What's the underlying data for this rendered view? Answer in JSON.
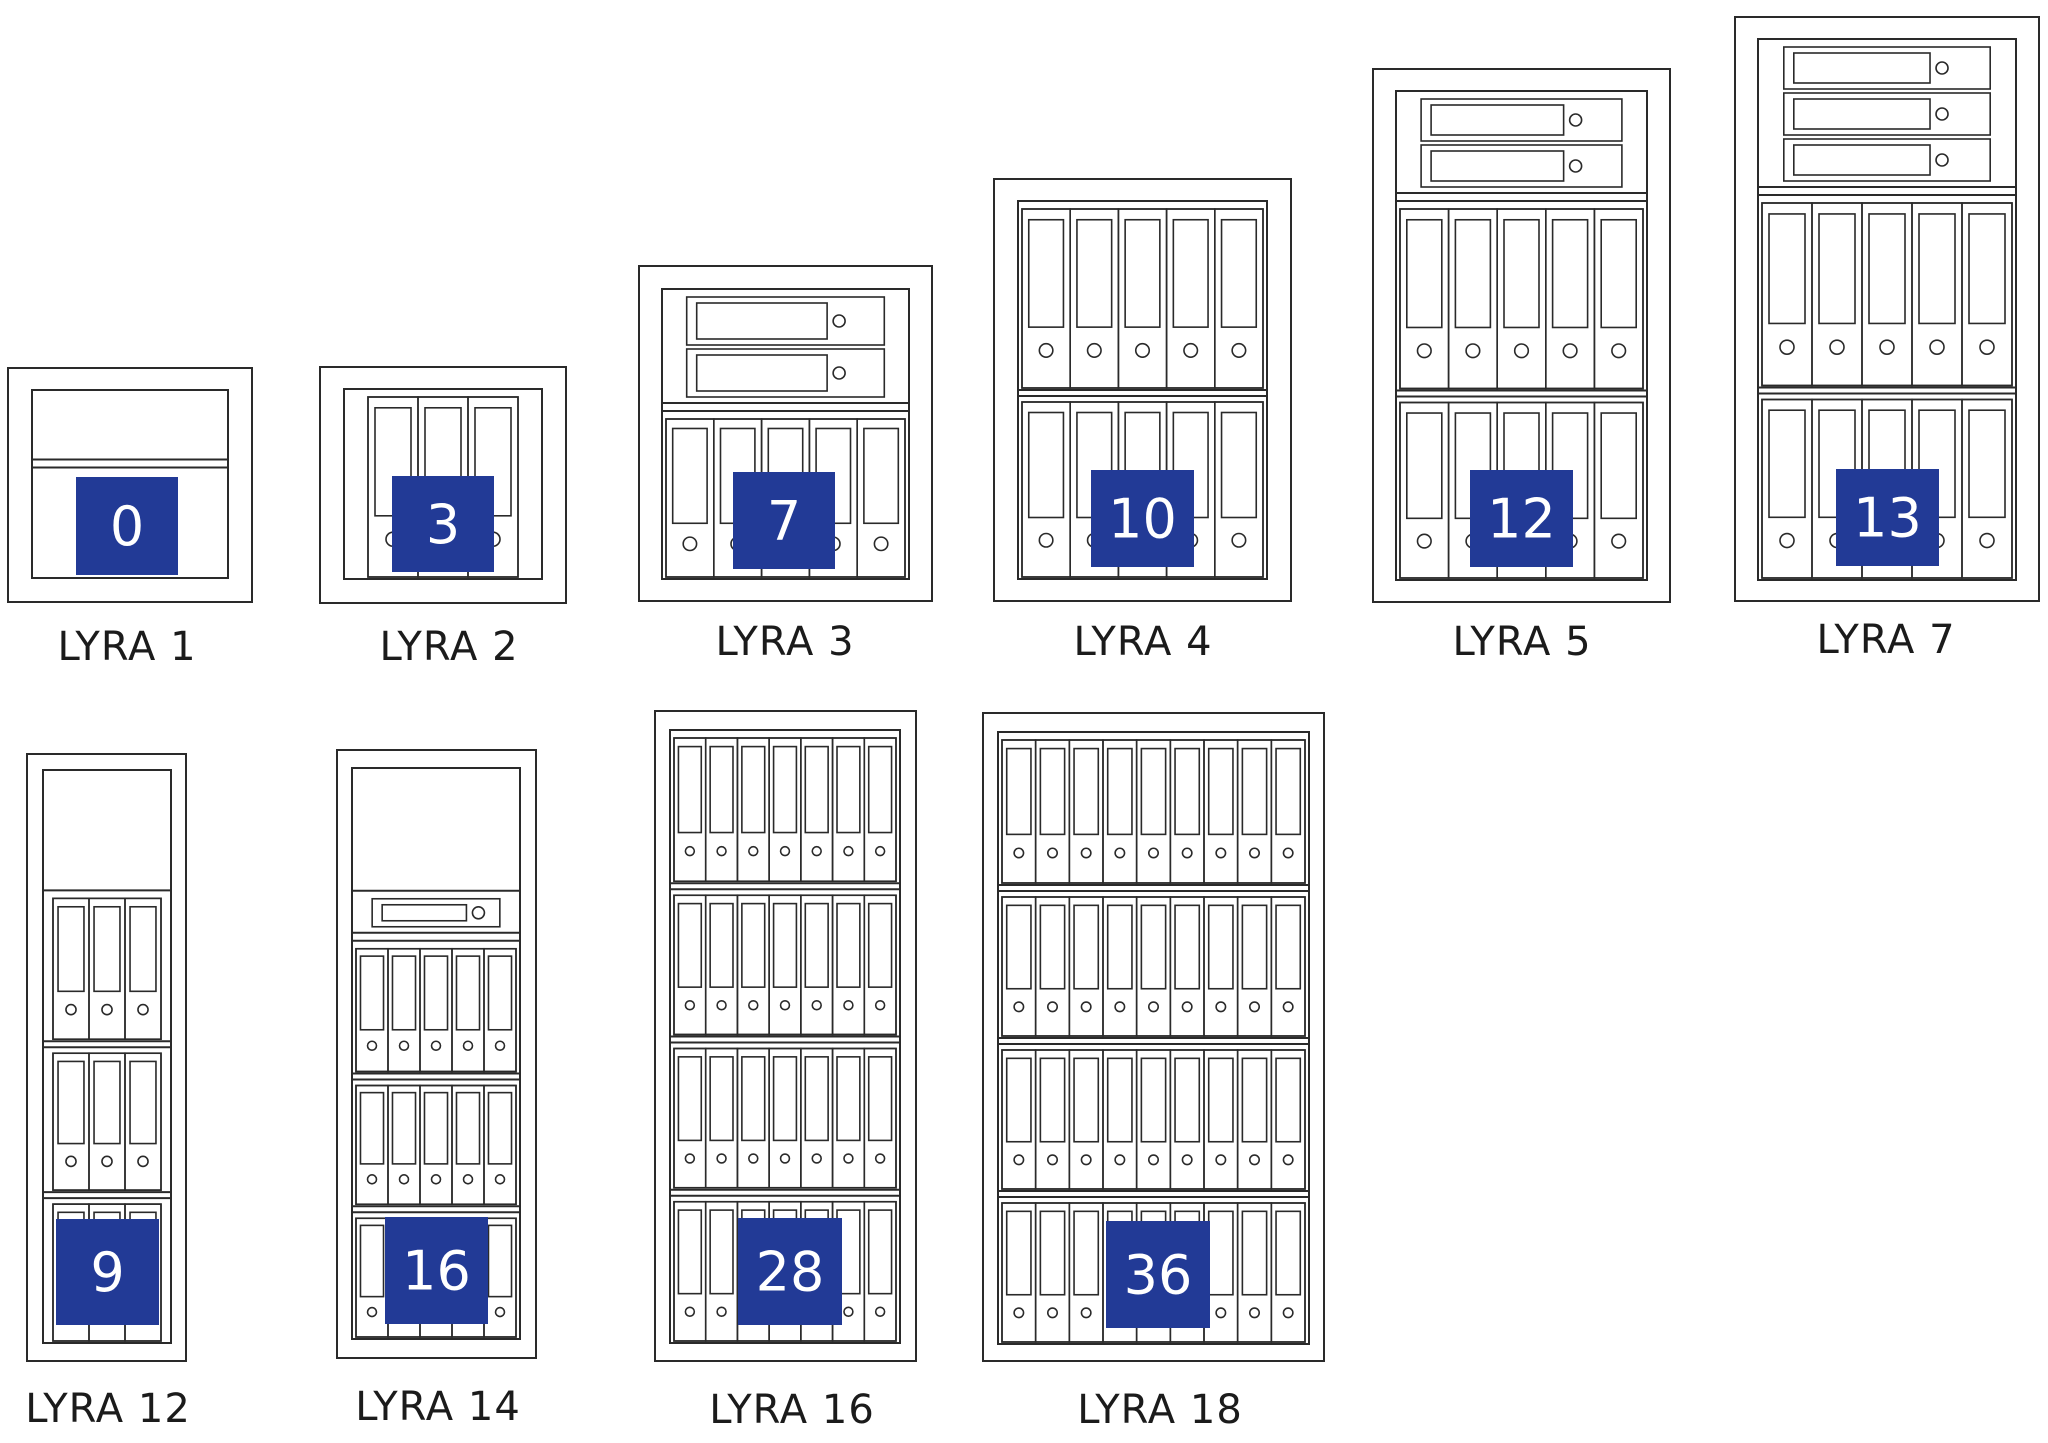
{
  "diagram": {
    "safes": [
      {
        "name": "LYRA 1",
        "capacity": "0",
        "binders_per_row": 0,
        "binder_rows": 0,
        "drawers": 0
      },
      {
        "name": "LYRA 2",
        "capacity": "3",
        "binders_per_row": 3,
        "binder_rows": 1,
        "drawers": 0
      },
      {
        "name": "LYRA 3",
        "capacity": "7",
        "binders_per_row": 5,
        "binder_rows": 1,
        "drawers": 2
      },
      {
        "name": "LYRA 4",
        "capacity": "10",
        "binders_per_row": 5,
        "binder_rows": 2,
        "drawers": 0
      },
      {
        "name": "LYRA 5",
        "capacity": "12",
        "binders_per_row": 5,
        "binder_rows": 2,
        "drawers": 2
      },
      {
        "name": "LYRA 7",
        "capacity": "13",
        "binders_per_row": 5,
        "binder_rows": 2,
        "drawers": 3
      },
      {
        "name": "LYRA 12",
        "capacity": "9",
        "binders_per_row": 3,
        "binder_rows": 3,
        "drawers": 0
      },
      {
        "name": "LYRA 14",
        "capacity": "16",
        "binders_per_row": 5,
        "binder_rows": 3,
        "drawers": 1
      },
      {
        "name": "LYRA 16",
        "capacity": "28",
        "binders_per_row": 7,
        "binder_rows": 4,
        "drawers": 0
      },
      {
        "name": "LYRA 18",
        "capacity": "36",
        "binders_per_row": 9,
        "binder_rows": 4,
        "drawers": 0
      }
    ],
    "colors": {
      "badge": "#223a96",
      "badge_text": "#ffffff",
      "outline": "#2a2a2a",
      "label": "#1b1b1b"
    }
  }
}
